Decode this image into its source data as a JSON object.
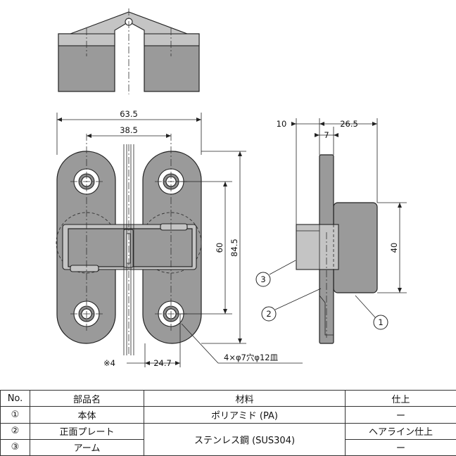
{
  "dimensions": {
    "overall_width": "63.5",
    "hole_pitch": "38.5",
    "side_10": "10",
    "side_7": "7",
    "side_26_5": "26.5",
    "height_60": "60",
    "height_84_5": "84.5",
    "height_40": "40",
    "note_4": "※4",
    "offset_24_7": "24.7",
    "hole_note": "4×φ7穴φ12皿"
  },
  "callouts": [
    "1",
    "2",
    "3"
  ],
  "table": {
    "headers": [
      "No.",
      "部品名",
      "材料",
      "仕上"
    ],
    "rows": [
      {
        "no": "①",
        "name": "本体",
        "material": "ポリアミド (PA)",
        "finish": "ー"
      },
      {
        "no": "②",
        "name": "正面プレート",
        "material": "ステンレス鋼 (SUS304)",
        "finish": "ヘアライン仕上"
      },
      {
        "no": "③",
        "name": "アーム",
        "material": "",
        "finish": "ー"
      }
    ]
  },
  "colors": {
    "part_fill": "#9a9a9a",
    "light_fill": "#c4c4c4",
    "line": "#222222"
  }
}
